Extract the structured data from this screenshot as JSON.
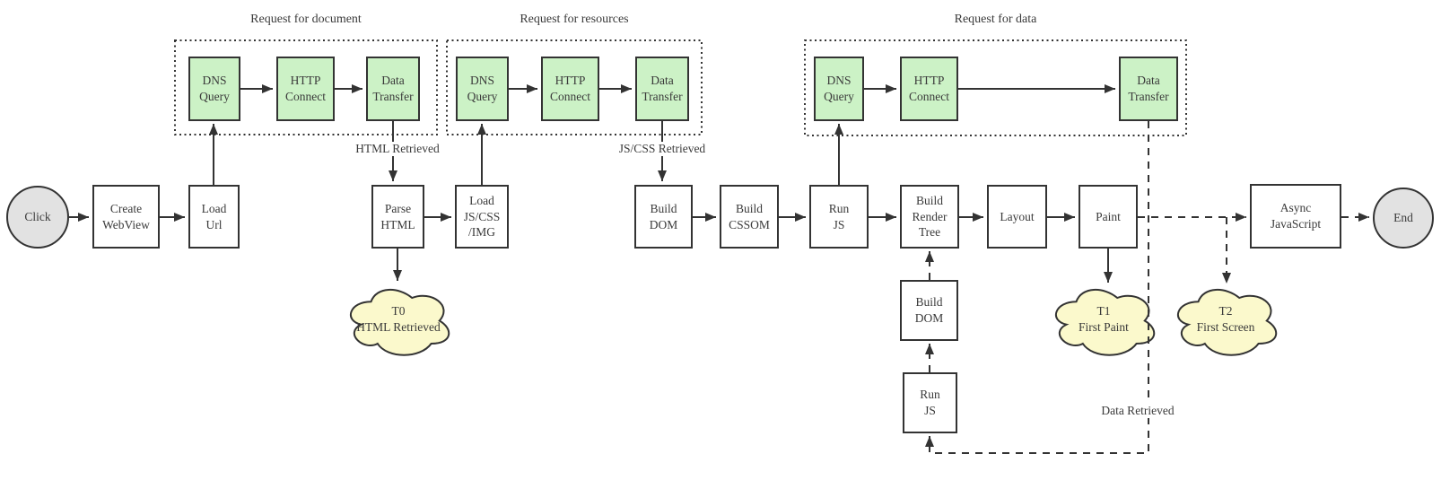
{
  "colors": {
    "stroke": "#333333",
    "process_fill": "#ffffff",
    "network_fill": "#ccf2c6",
    "cloud_fill": "#fbf9cc",
    "terminal_fill": "#e2e2e2",
    "text": "#3a3a3a",
    "background": "#ffffff"
  },
  "groups": [
    {
      "label": "Request for document"
    },
    {
      "label": "Request for resources"
    },
    {
      "label": "Request for data"
    }
  ],
  "nodes": {
    "click": "Click",
    "end": "End",
    "create_webview": [
      "Create",
      "WebView"
    ],
    "load_url": [
      "Load",
      "Url"
    ],
    "dns_query_doc": [
      "DNS",
      "Query"
    ],
    "http_connect_doc": [
      "HTTP",
      "Connect"
    ],
    "data_transfer_doc": [
      "Data",
      "Transfer"
    ],
    "dns_query_res": [
      "DNS",
      "Query"
    ],
    "http_connect_res": [
      "HTTP",
      "Connect"
    ],
    "data_transfer_res": [
      "Data",
      "Transfer"
    ],
    "dns_query_data": [
      "DNS",
      "Query"
    ],
    "http_connect_data": [
      "HTTP",
      "Connect"
    ],
    "data_transfer_data": [
      "Data",
      "Transfer"
    ],
    "parse_html": [
      "Parse",
      "HTML"
    ],
    "load_js_css_img": [
      "Load",
      "JS/CSS",
      "/IMG"
    ],
    "build_dom": [
      "Build",
      "DOM"
    ],
    "build_cssom": [
      "Build",
      "CSSOM"
    ],
    "run_js": [
      "Run",
      "JS"
    ],
    "build_render_tree": [
      "Build",
      "Render",
      "Tree"
    ],
    "layout": "Layout",
    "paint": "Paint",
    "build_dom_async": [
      "Build",
      "DOM"
    ],
    "run_js_async": [
      "Run",
      "JS"
    ],
    "async_javascript": [
      "Async",
      "JavaScript"
    ]
  },
  "edge_labels": {
    "html_retrieved": "HTML Retrieved",
    "jscss_retrieved": "JS/CSS Retrieved",
    "data_retrieved": "Data Retrieved"
  },
  "clouds": {
    "t0": [
      "T0",
      "HTML Retrieved"
    ],
    "t1": [
      "T1",
      "First Paint"
    ],
    "t2": [
      "T2",
      "First Screen"
    ]
  }
}
